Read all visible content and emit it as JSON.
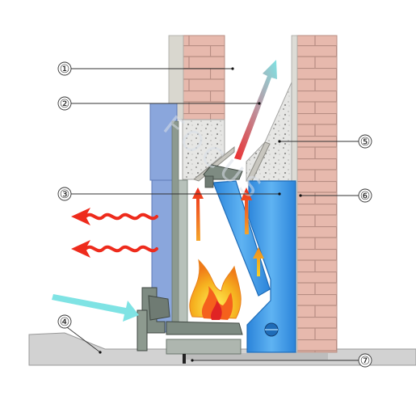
{
  "callouts": [
    {
      "id": "1",
      "label": "①"
    },
    {
      "id": "2",
      "label": "②"
    },
    {
      "id": "3",
      "label": "③"
    },
    {
      "id": "4",
      "label": "④"
    },
    {
      "id": "5",
      "label": "⑤"
    },
    {
      "id": "6",
      "label": "⑥"
    },
    {
      "id": "7",
      "label": "⑦"
    }
  ],
  "watermark": "FOCUS",
  "colors": {
    "brick": "#e7b9ad",
    "brick_mortar": "#c99a8e",
    "wall_grey": "#d8d6cf",
    "insulation": "#e4e4e4",
    "casing_blue": "#8aa6dc",
    "water_jacket": "#2f8fe0",
    "cast_iron": "#7e8b82",
    "floor": "#cfcfcf",
    "hot_air": "#ee2b1c",
    "cold_air": "#7fe3e4"
  },
  "icons": [
    "heat-wave-icon",
    "cold-air-arrow-icon",
    "smoke-arrow-icon",
    "flame-icon"
  ]
}
